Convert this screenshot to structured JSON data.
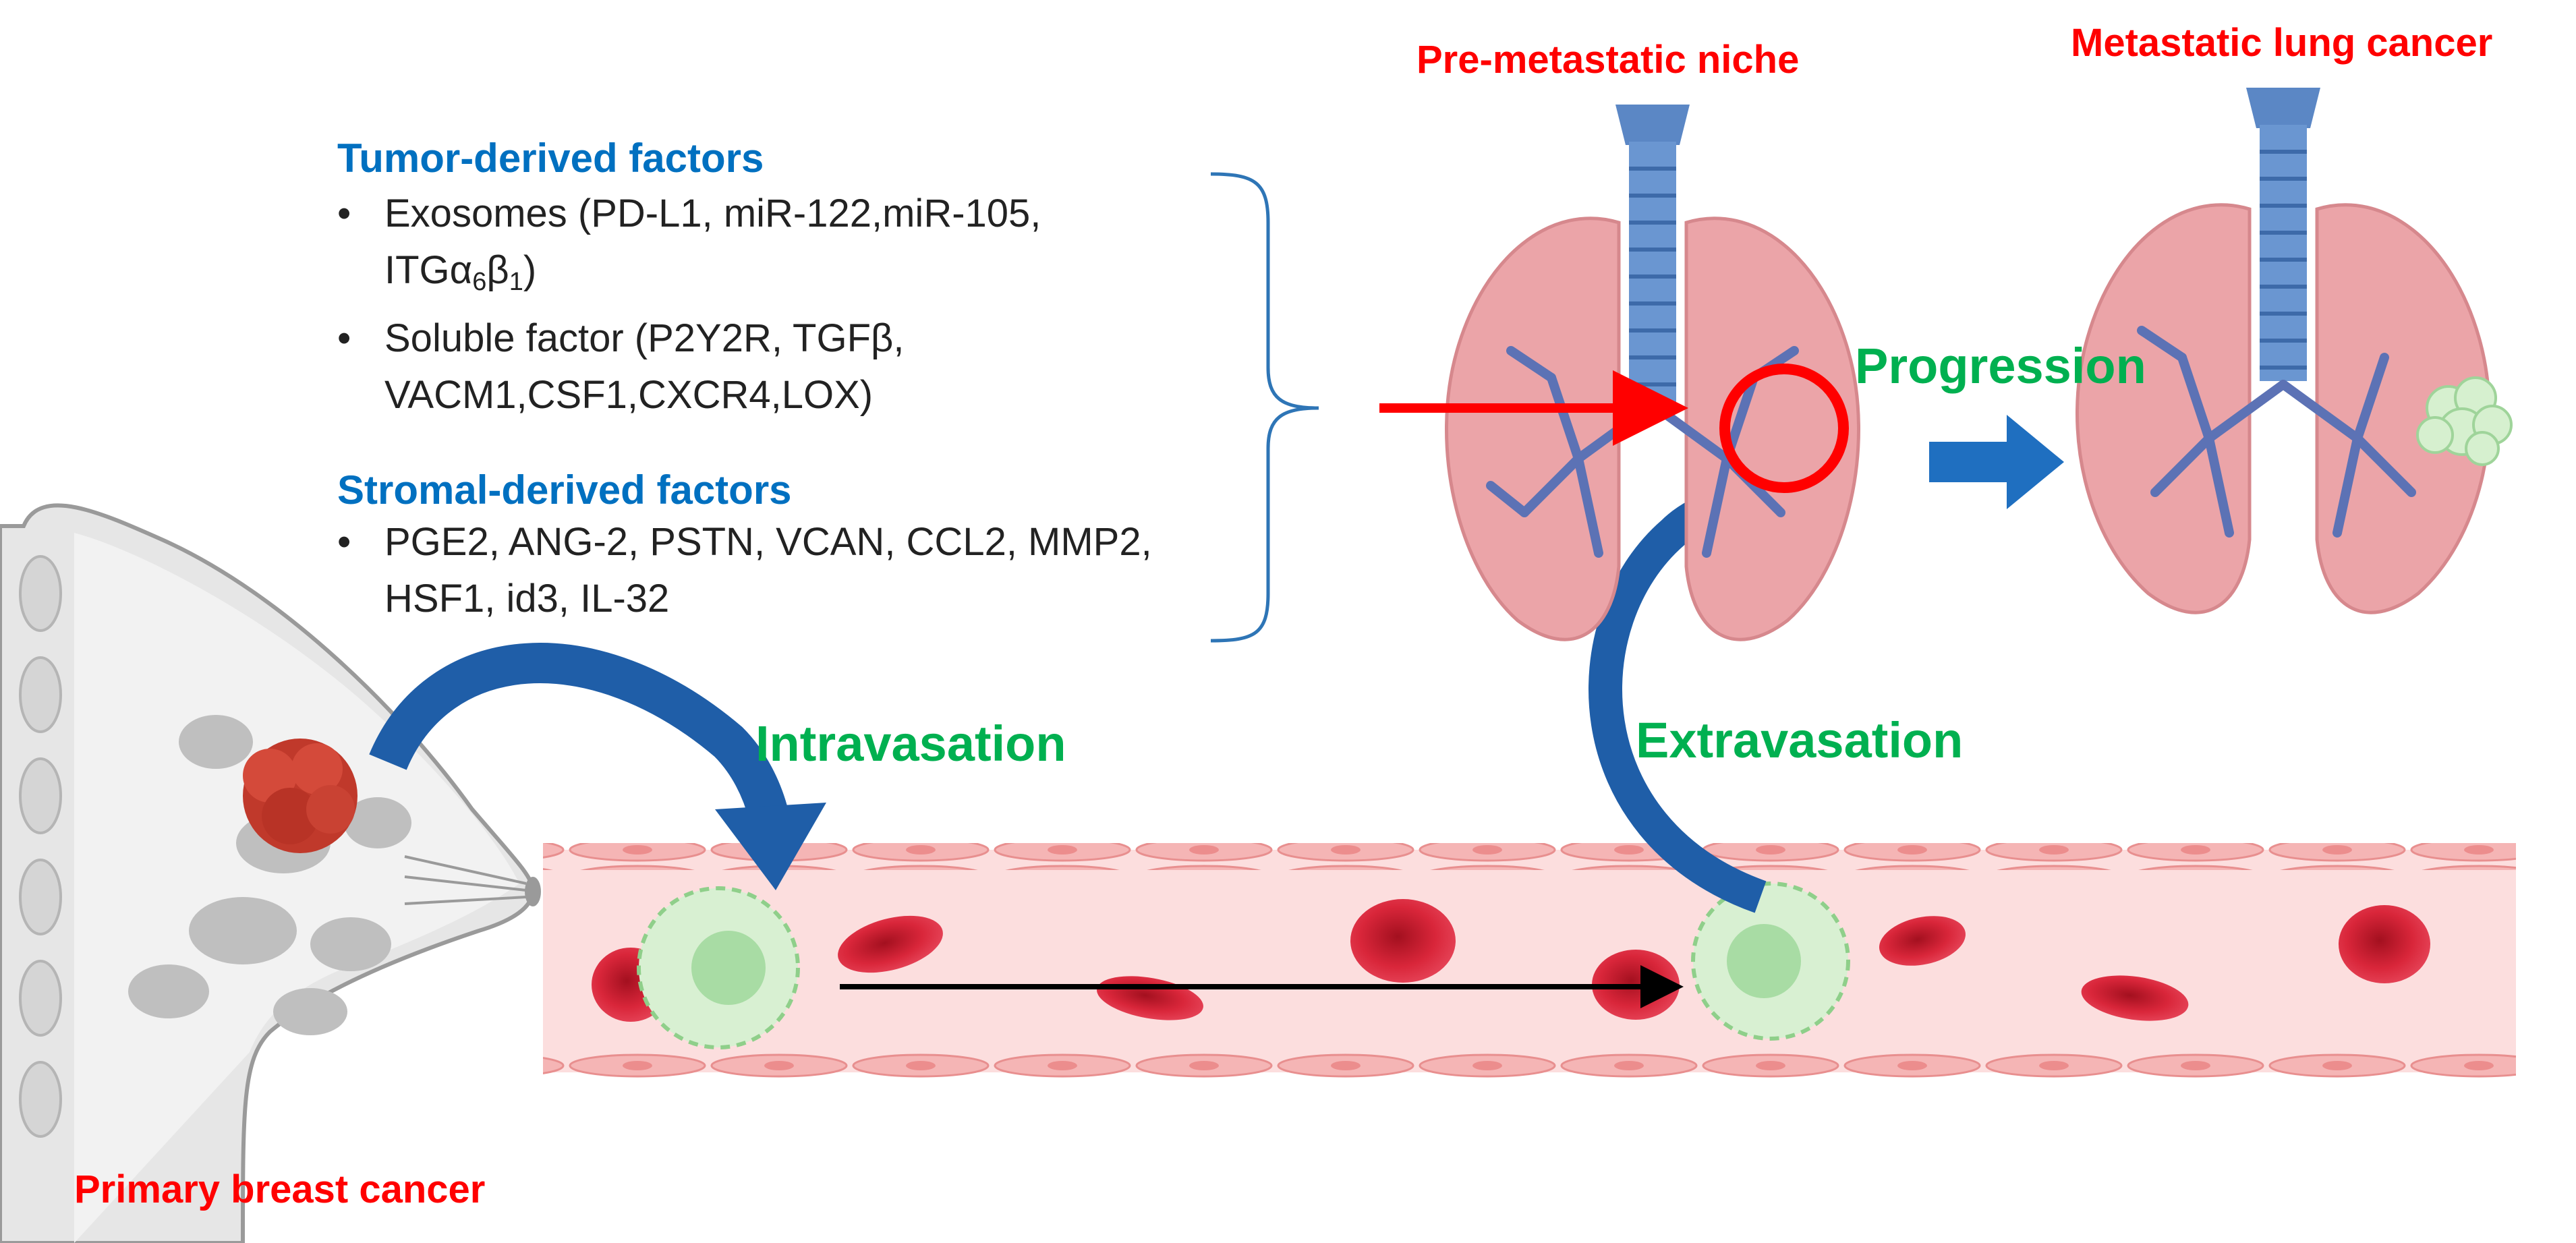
{
  "title_labels": {
    "premetastatic": "Pre-metastatic niche",
    "metastatic": "Metastatic lung cancer",
    "primary": "Primary breast cancer"
  },
  "process_labels": {
    "intravasation": "Intravasation",
    "extravasation": "Extravasation",
    "progression": "Progression"
  },
  "tumor_factors": {
    "heading": "Tumor-derived factors",
    "item1_line1": "Exosomes (PD-L1, miR-122,miR-105,",
    "item1_line2_pre": "ITGα",
    "item1_sub1": "6",
    "item1_mid": "β",
    "item1_sub2": "1",
    "item1_post": ")",
    "item2_line1": "Soluble factor (P2Y2R, TGFβ,",
    "item2_line2": "VACM1,CSF1,CXCR4,LOX)"
  },
  "stromal_factors": {
    "heading": "Stromal-derived factors",
    "item1_line1": "PGE2, ANG-2, PSTN, VCAN, CCL2, MMP2,",
    "item1_line2": "HSF1, id3, IL-32"
  },
  "bullet": "•",
  "colors": {
    "red": "#ff0000",
    "green": "#00b050",
    "blue": "#0070c0",
    "vessel": "#fbd3d3",
    "lung": "#e8a0a4",
    "rbc": "#d9263a",
    "tumor_cell": "#cdeccd"
  }
}
